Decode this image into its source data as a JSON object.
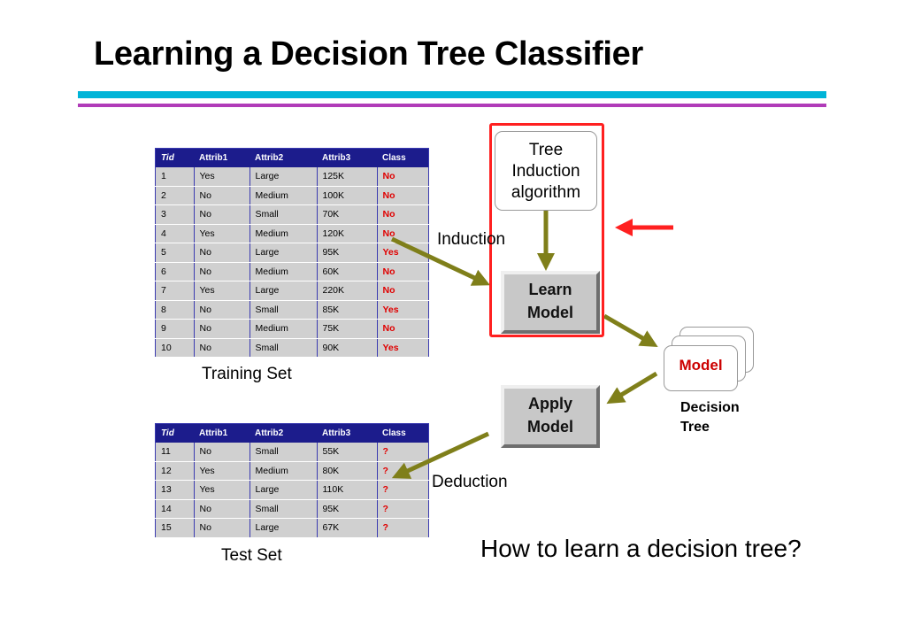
{
  "title": "Learning a Decision Tree Classifier",
  "training_set": {
    "caption": "Training Set",
    "columns": [
      "Tid",
      "Attrib1",
      "Attrib2",
      "Attrib3",
      "Class"
    ],
    "rows": [
      [
        "1",
        "Yes",
        "Large",
        "125K",
        "No"
      ],
      [
        "2",
        "No",
        "Medium",
        "100K",
        "No"
      ],
      [
        "3",
        "No",
        "Small",
        "70K",
        "No"
      ],
      [
        "4",
        "Yes",
        "Medium",
        "120K",
        "No"
      ],
      [
        "5",
        "No",
        "Large",
        "95K",
        "Yes"
      ],
      [
        "6",
        "No",
        "Medium",
        "60K",
        "No"
      ],
      [
        "7",
        "Yes",
        "Large",
        "220K",
        "No"
      ],
      [
        "8",
        "No",
        "Small",
        "85K",
        "Yes"
      ],
      [
        "9",
        "No",
        "Medium",
        "75K",
        "No"
      ],
      [
        "10",
        "No",
        "Small",
        "90K",
        "Yes"
      ]
    ]
  },
  "test_set": {
    "caption": "Test Set",
    "columns": [
      "Tid",
      "Attrib1",
      "Attrib2",
      "Attrib3",
      "Class"
    ],
    "rows": [
      [
        "11",
        "No",
        "Small",
        "55K",
        "?"
      ],
      [
        "12",
        "Yes",
        "Medium",
        "80K",
        "?"
      ],
      [
        "13",
        "Yes",
        "Large",
        "110K",
        "?"
      ],
      [
        "14",
        "No",
        "Small",
        "95K",
        "?"
      ],
      [
        "15",
        "No",
        "Large",
        "67K",
        "?"
      ]
    ]
  },
  "tree_induction": {
    "line1": "Tree",
    "line2": "Induction",
    "line3": "algorithm"
  },
  "learn_model": {
    "line1": "Learn",
    "line2": "Model"
  },
  "apply_model": {
    "line1": "Apply",
    "line2": "Model"
  },
  "induction_label": "Induction",
  "deduction_label": "Deduction",
  "model_label": "Model",
  "decision_tree_label": {
    "line1": "Decision",
    "line2": "Tree"
  },
  "question": "How to learn a decision tree?",
  "colors": {
    "header_bg": "#1c1c8c",
    "cell_bg": "#d0d0d0",
    "class_text": "#e00000",
    "arrow": "#7f7f1a",
    "highlight": "#ff2020",
    "rule_top": "#00b4d8",
    "rule_bottom": "#b03bb8"
  }
}
